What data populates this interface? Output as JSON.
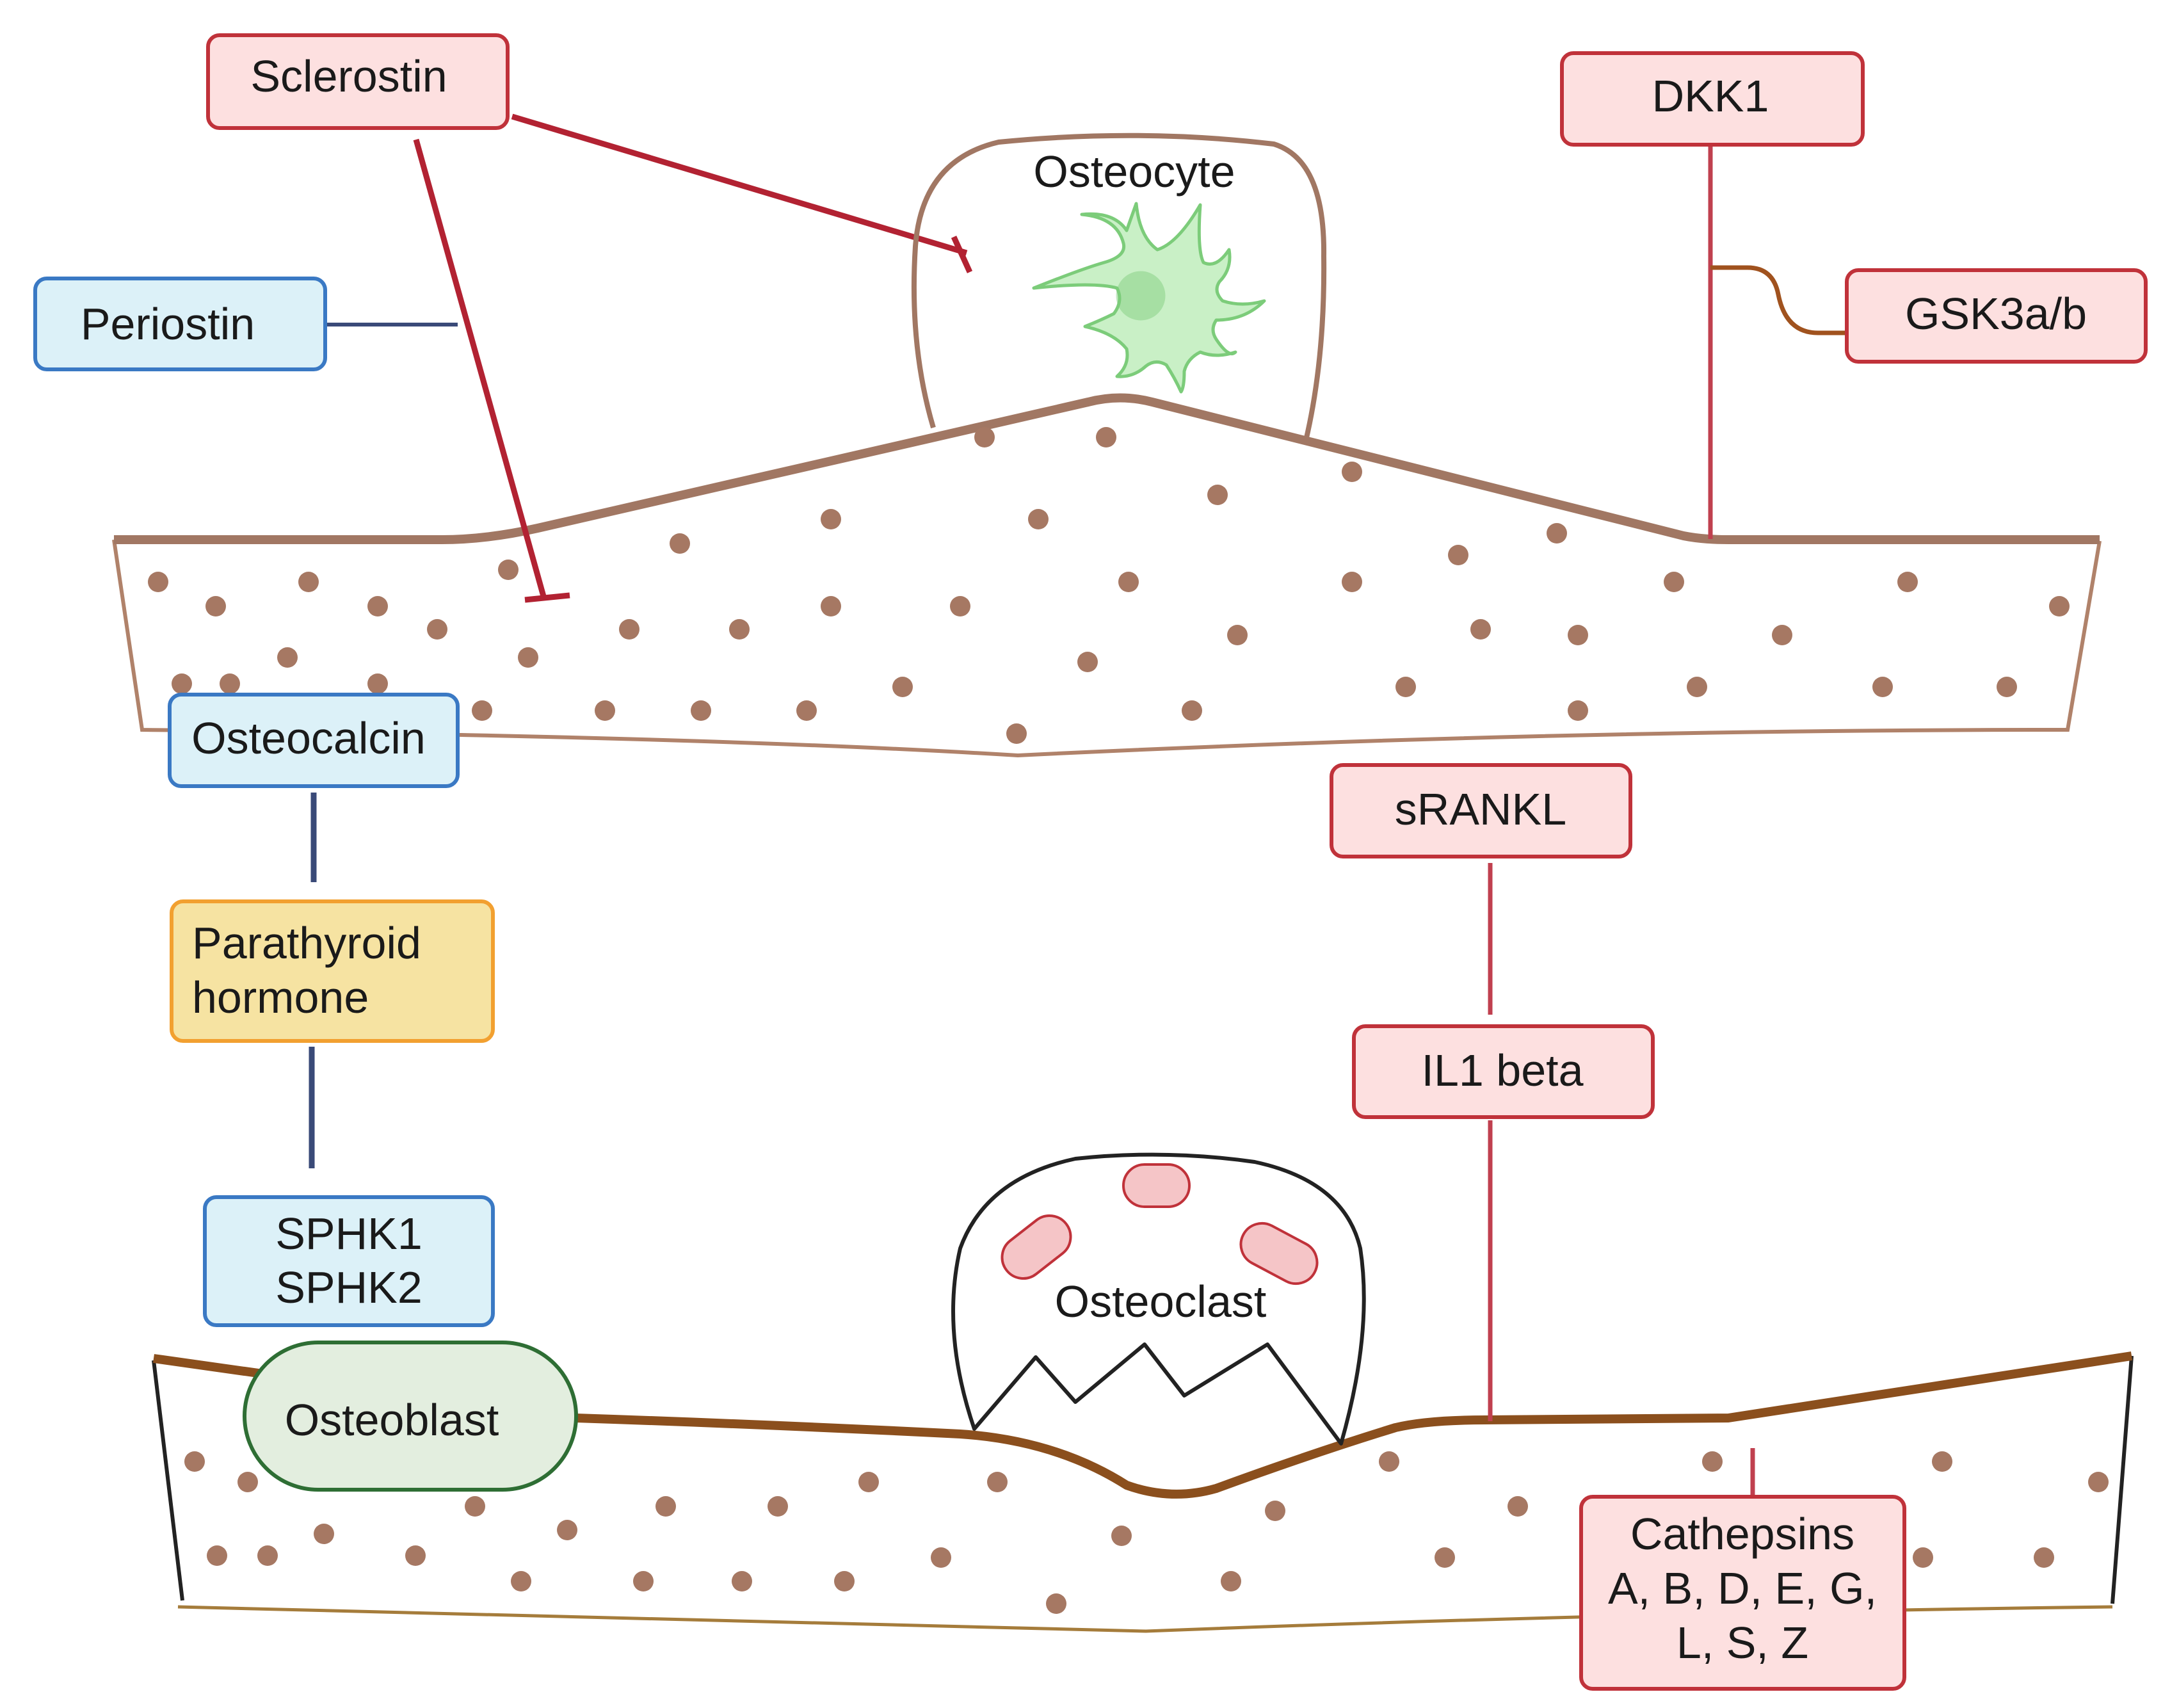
{
  "colors": {
    "red_box_fill": "#fde0e0",
    "red_box_stroke": "#c0323a",
    "blue_box_fill": "#dcf1f8",
    "blue_box_stroke": "#3a79c4",
    "yellow_box_fill": "#f6e3a2",
    "yellow_box_stroke": "#f2a030",
    "green_box_fill": "#e3eedf",
    "green_box_stroke": "#2e6e34",
    "inhibition_line": "#b22232",
    "blue_connector": "#3a4a78",
    "red_connector": "#c0404f",
    "brown_connector": "#a0521e",
    "upper_bone_outline": "#b0826a",
    "upper_bone_surface": "#a17763",
    "lower_bone_surface": "#8b4f1d",
    "lower_bone_bottom": "#a57c3b",
    "bone_dots": "#a67863",
    "osteocyte_fill": "#c9f0c6",
    "osteocyte_stroke": "#7ccc7a",
    "osteoclast_stroke": "#222222",
    "osteoclast_nucleus_fill": "#f5c5c7",
    "osteoclast_nucleus_stroke": "#c0323a"
  },
  "labels": {
    "sclerostin": "Sclerostin",
    "dkk1": "DKK1",
    "gsk3": "GSK3a/b",
    "periostin": "Periostin",
    "osteocyte": "Osteocyte",
    "osteocalcin": "Osteocalcin",
    "pth_line1": "Parathyroid",
    "pth_line2": "hormone",
    "sphk_line1": "SPHK1",
    "sphk_line2": "SPHK2",
    "osteoblast": "Osteoblast",
    "osteoclast": "Osteoclast",
    "srankl": "sRANKL",
    "il1beta": "IL1 beta",
    "cathepsins_line1": "Cathepsins",
    "cathepsins_line2": "A, B, D, E, G,",
    "cathepsins_line3": "L, S, Z"
  },
  "icons": {
    "osteocyte": "osteocyte-cell-icon",
    "osteoclast": "osteoclast-cell-icon",
    "osteoblast": "osteoblast-cell-icon"
  }
}
